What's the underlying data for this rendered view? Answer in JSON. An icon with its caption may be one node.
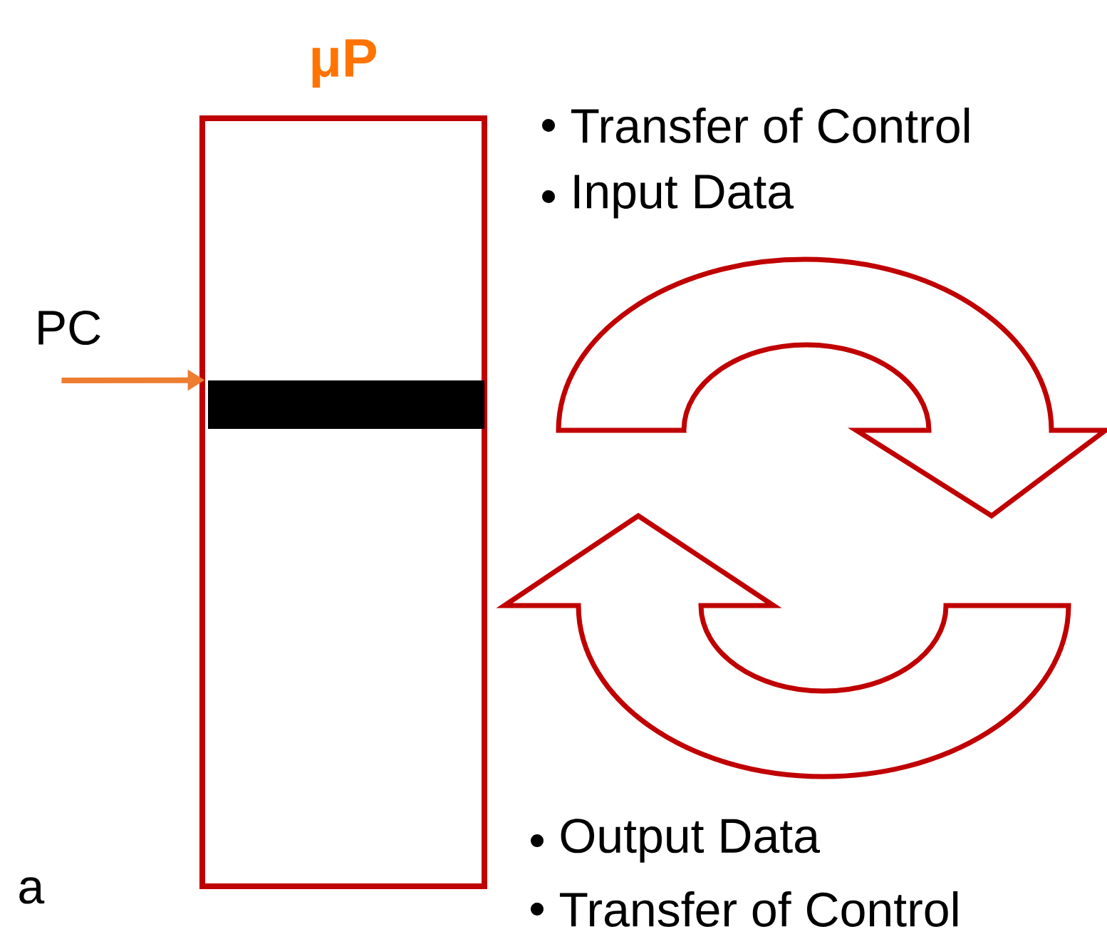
{
  "diagram": {
    "nodes": [
      {
        "text": [
          "μP"
        ]
      },
      {
        "text": [],
        "shape": "bar",
        "in": 0
      },
      {
        "text": [
          "PC"
        ]
      }
    ],
    "edges": [
      {
        "from": 2,
        "to": 1,
        "arrow": "to",
        "color": "#ed7d31"
      }
    ],
    "labels": [
      "Transfer of Control",
      "Input Data",
      "Output Data",
      "Transfer of Control",
      "a"
    ]
  }
}
